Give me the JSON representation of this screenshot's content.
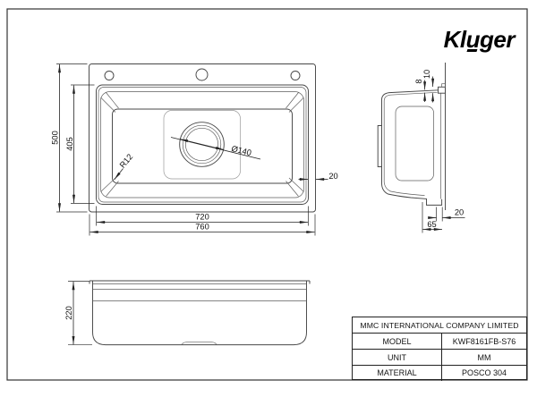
{
  "sheet": {
    "brand_prefix": "Kl",
    "brand_accent": "u",
    "brand_suffix": "ger"
  },
  "top_view": {
    "dims": {
      "outer_width": "760",
      "inner_width": "720",
      "outer_height": "500",
      "inner_height": "405",
      "corner_radius": "R12",
      "drain_diameter": "Ø140",
      "rim_offset": "20"
    }
  },
  "side_view": {
    "dims": {
      "rim_thickness": "8",
      "flange_height": "10",
      "lip_offset": "20",
      "drain_offset": "65"
    }
  },
  "front_view": {
    "dims": {
      "depth": "220"
    }
  },
  "title_block": {
    "company": "MMC INTERNATIONAL COMPANY LIMITED",
    "rows": [
      {
        "label": "MODEL",
        "value": "KWF8161FB-S76"
      },
      {
        "label": "UNIT",
        "value": "MM"
      },
      {
        "label": "MATERIAL",
        "value": "POSCO 304"
      }
    ]
  }
}
